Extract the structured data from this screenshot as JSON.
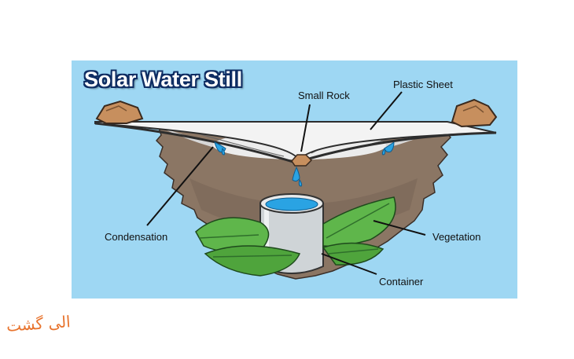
{
  "title": "Solar Water Still",
  "labels": {
    "small_rock": "Small Rock",
    "plastic_sheet": "Plastic Sheet",
    "condensation": "Condensation",
    "vegetation": "Vegetation",
    "container": "Container"
  },
  "watermark": "الی گشت",
  "colors": {
    "sky": "#9ed7f3",
    "soil": "#8b7664",
    "soil_dark": "#5b4a3e",
    "water": "#2aa3e3",
    "leaf": "#5fb64b",
    "leaf_dark": "#2f6f2b",
    "rock": "#c78f5e",
    "container": "#cfd4d7",
    "title_outline": "#0f2d63",
    "watermark": "#e8742e"
  }
}
